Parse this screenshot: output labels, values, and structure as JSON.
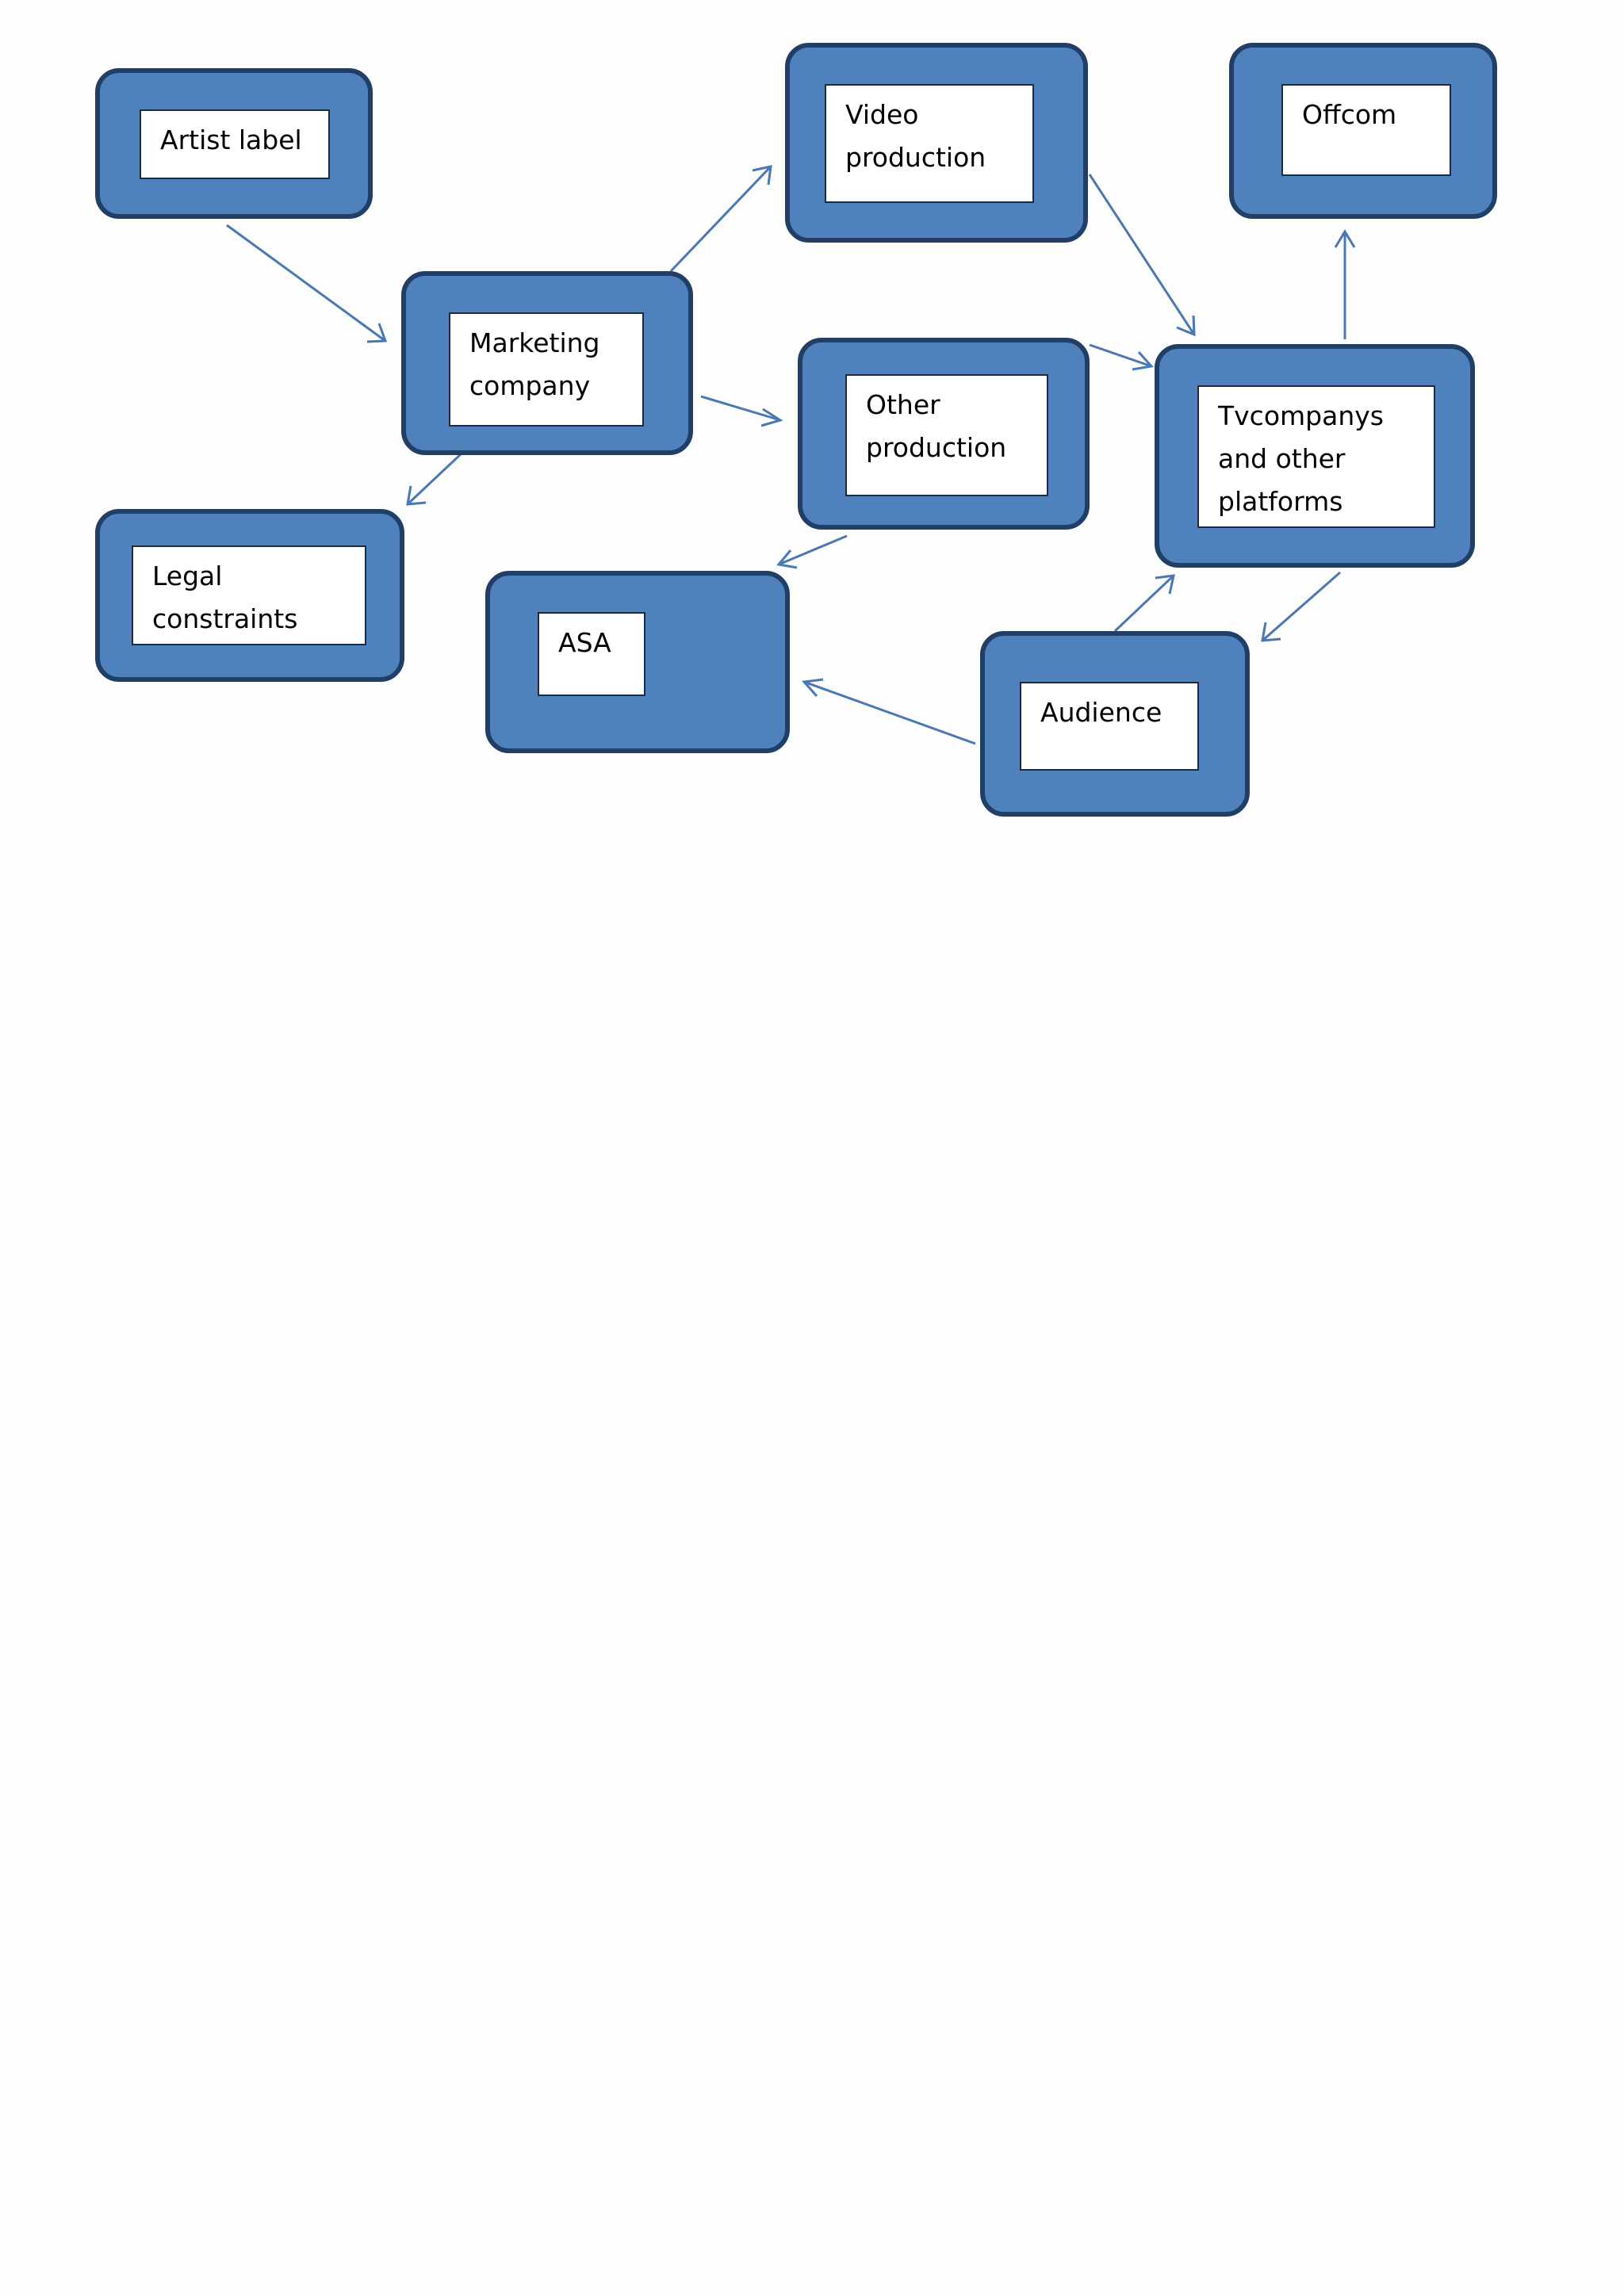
{
  "diagram": {
    "colors": {
      "node_fill": "#4f81bd",
      "node_border": "#213f66",
      "label_fill": "#ffffff",
      "edge": "#4a78b2"
    },
    "nodes": {
      "artist_label": "Artist label",
      "video_production": "Video\nproduction",
      "offcom": "Offcom",
      "marketing_company": "Marketing\ncompany",
      "other_production": "Other\nproduction",
      "tv_companies": "Tvcompanys\nand other\nplatforms",
      "legal_constraints": "Legal\nconstraints",
      "asa": "ASA",
      "audience": "Audience"
    },
    "edges": [
      {
        "from": "artist_label",
        "to": "marketing_company"
      },
      {
        "from": "marketing_company",
        "to": "video_production"
      },
      {
        "from": "marketing_company",
        "to": "other_production"
      },
      {
        "from": "marketing_company",
        "to": "legal_constraints"
      },
      {
        "from": "video_production",
        "to": "tv_companies"
      },
      {
        "from": "other_production",
        "to": "tv_companies"
      },
      {
        "from": "other_production",
        "to": "asa"
      },
      {
        "from": "tv_companies",
        "to": "offcom"
      },
      {
        "from": "tv_companies",
        "to": "audience"
      },
      {
        "from": "audience",
        "to": "tv_companies"
      },
      {
        "from": "audience",
        "to": "asa"
      }
    ]
  }
}
